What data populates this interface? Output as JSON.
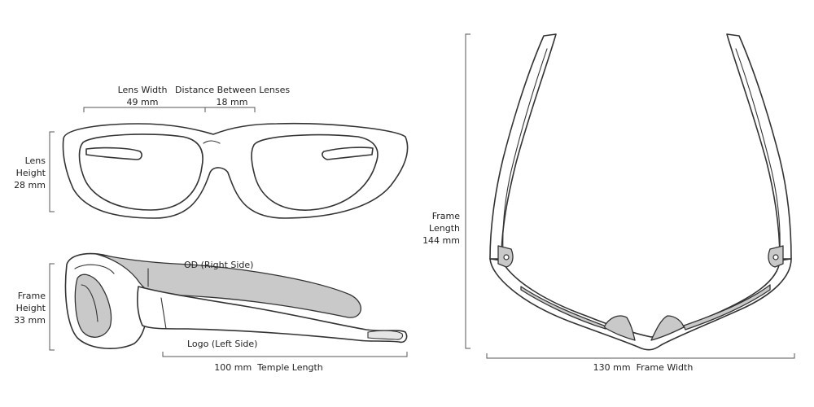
{
  "front_view": {
    "lens_width": {
      "label": "Lens Width",
      "value": "49 mm"
    },
    "bridge": {
      "label": "Distance Between Lenses",
      "value": "18 mm"
    },
    "lens_height": {
      "label_line1": "Lens",
      "label_line2": "Height",
      "value": "28 mm"
    }
  },
  "side_view": {
    "frame_height": {
      "label_line1": "Frame",
      "label_line2": "Height",
      "value": "33 mm"
    },
    "right_side_label": "OD (Right Side)",
    "left_side_label": "Logo (Left Side)",
    "temple_length": {
      "value": "100 mm",
      "label": "Temple Length"
    }
  },
  "top_view": {
    "frame_length": {
      "label_line1": "Frame",
      "label_line2": "Length",
      "value": "144 mm"
    },
    "frame_width": {
      "value": "130 mm",
      "label": "Frame Width"
    }
  },
  "colors": {
    "line": "#333333",
    "shade": "#c9c9c9",
    "background": "#ffffff"
  }
}
